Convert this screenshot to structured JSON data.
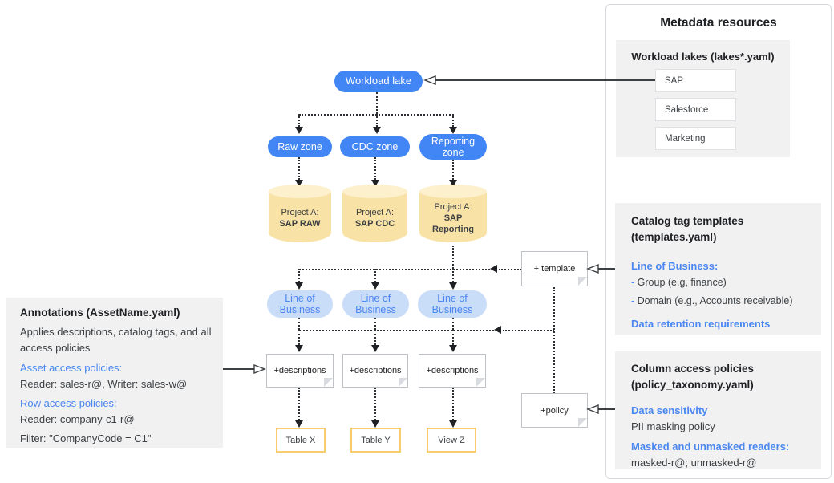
{
  "colors": {
    "accent_blue": "#4285f4",
    "light_blue_pill": "#c9dcf8",
    "cylinder_body": "#f9e2a6",
    "cylinder_top": "#fcf0cd",
    "table_border": "#f8cd70",
    "panel_gray": "#f1f1f2",
    "text_dark": "#3c4043"
  },
  "diagram": {
    "workload_lake_label": "Workload lake",
    "zones": [
      "Raw zone",
      "CDC zone",
      "Reporting zone"
    ],
    "cylinders": [
      {
        "line1": "Project A:",
        "line2": "SAP RAW"
      },
      {
        "line1": "Project A:",
        "line2": "SAP CDC"
      },
      {
        "line1": "Project A:",
        "line2": "SAP Reporting"
      }
    ],
    "lob_label": "Line of Business",
    "descriptions_label": "+descriptions",
    "template_label": "+ template",
    "policy_label": "+policy",
    "outputs": [
      "Table X",
      "Table Y",
      "View Z"
    ]
  },
  "annotations_panel": {
    "title": "Annotations (AssetName.yaml)",
    "description": "Applies descriptions, catalog tags, and all access policies",
    "asset_access_label": "Asset access policies:",
    "asset_access_value": "Reader: sales-r@, Writer: sales-w@",
    "row_access_label": "Row access policies:",
    "row_access_value": "Reader: company-c1-r@",
    "filter_value": "Filter: \"CompanyCode = C1\""
  },
  "metadata_panel": {
    "title": "Metadata resources",
    "workload_lakes": {
      "title": "Workload lakes (lakes*.yaml)",
      "items": [
        "SAP",
        "Salesforce",
        "Marketing"
      ]
    },
    "catalog_templates": {
      "title": "Catalog tag templates (templates.yaml)",
      "lob_heading": "Line of Business:",
      "dash": "-",
      "bullets": [
        "Group (e.g, finance)",
        "Domain (e.g., Accounts receivable)"
      ],
      "retention_heading": "Data retention requirements"
    },
    "column_policies": {
      "title": "Column access policies (policy_taxonomy.yaml)",
      "sensitivity_heading": "Data sensitivity",
      "sensitivity_value": "PII masking policy",
      "readers_heading": "Masked and unmasked readers:",
      "readers_value": "masked-r@; unmasked-r@"
    }
  }
}
